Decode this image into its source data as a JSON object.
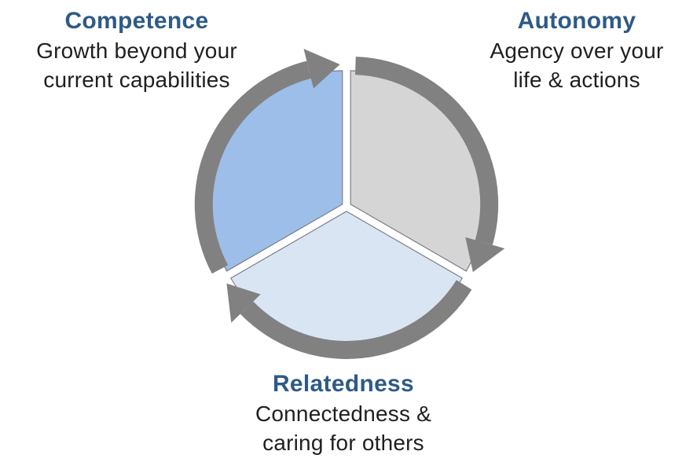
{
  "colors": {
    "heading_blue": "#2E5A87",
    "body_text": "#1F1F1F",
    "arrow_gray": "#818181",
    "background": "#FFFFFF"
  },
  "segments": [
    {
      "id": "competence",
      "heading": "Competence",
      "description_lines": [
        "Growth beyond your",
        "current capabilities"
      ],
      "color": "#9CBEE8"
    },
    {
      "id": "autonomy",
      "heading": "Autonomy",
      "description_lines": [
        "Agency over your",
        "life & actions"
      ],
      "color": "#D5D5D5"
    },
    {
      "id": "relatedness",
      "heading": "Relatedness",
      "description_lines": [
        "Connectedness &",
        "caring for others"
      ],
      "color": "#DAE5F4"
    }
  ]
}
